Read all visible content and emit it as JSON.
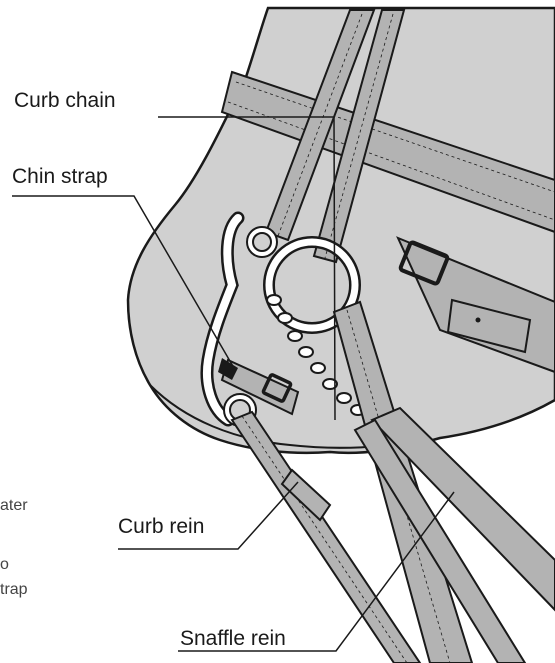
{
  "diagram": {
    "labels": {
      "curb_chain": "Curb chain",
      "chin_strap": "Chin strap",
      "curb_rein": "Curb rein",
      "snaffle_rein": "Snaffle rein"
    },
    "cropped_text": [
      "ater",
      "o",
      "trap"
    ]
  },
  "colors": {
    "leather": "#b3b3b3",
    "head": "#d0d0d0",
    "outline": "#1a1a1a",
    "metal": "#ffffff"
  }
}
